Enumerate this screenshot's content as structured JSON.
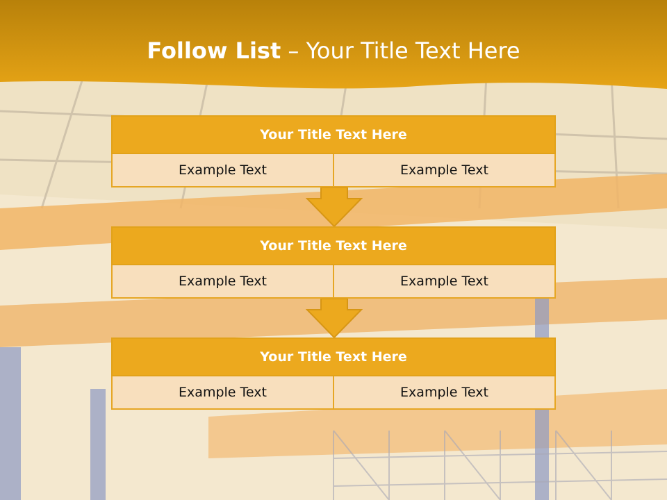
{
  "title": {
    "bold": "Follow List",
    "rest": " – Your Title Text Here"
  },
  "blocks": [
    {
      "title": "Your Title Text Here",
      "left": "Example Text",
      "right": "Example Text"
    },
    {
      "title": "Your Title Text Here",
      "left": "Example Text",
      "right": "Example Text"
    },
    {
      "title": "Your Title Text Here",
      "left": "Example Text",
      "right": "Example Text"
    }
  ],
  "colors": {
    "accent": "#eca91e",
    "cell": "#f8dfbd",
    "banner": "#d99a12"
  }
}
